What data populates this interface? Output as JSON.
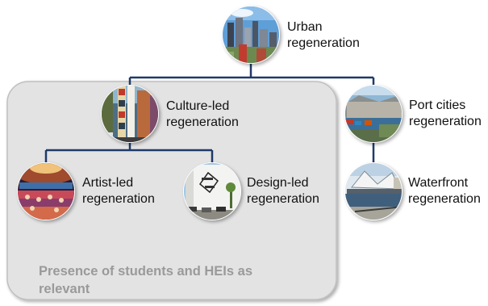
{
  "nodes": {
    "urban": {
      "line1": "Urban",
      "line2": "regeneration",
      "icon": "city-skyline-photo"
    },
    "culture": {
      "line1": "Culture-led",
      "line2": "regeneration",
      "icon": "street-banners-photo"
    },
    "port": {
      "line1": "Port cities",
      "line2": "regeneration",
      "icon": "harbour-city-photo"
    },
    "artist": {
      "line1": "Artist-led",
      "line2": "regeneration",
      "icon": "festival-crowd-photo"
    },
    "design": {
      "line1": "Design-led",
      "line2": "regeneration",
      "icon": "design-building-photo"
    },
    "waterfront": {
      "line1": "Waterfront",
      "line2": "regeneration",
      "icon": "waterfront-pavilion-photo"
    }
  },
  "group": {
    "caption_line1": "Presence of students and HEIs as",
    "caption_line2": "relevant"
  },
  "colors": {
    "connector": "#1f3a68",
    "group_fill": "#e3e3e3",
    "group_border": "#bfbfbf",
    "caption_text": "#9a9a9a",
    "label_text": "#111111"
  }
}
